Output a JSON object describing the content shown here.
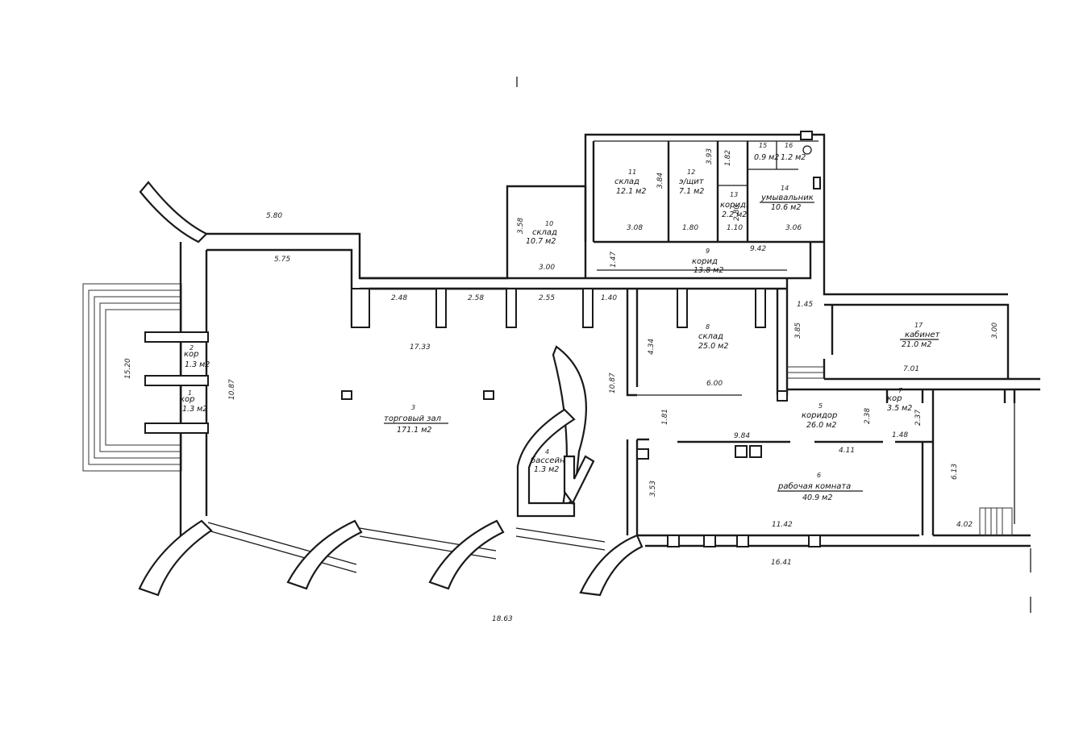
{
  "rooms": [
    {
      "id": "r1",
      "num": "1",
      "name": "кор",
      "area": "1.3 м2"
    },
    {
      "id": "r2",
      "num": "2",
      "name": "кор",
      "area": "1.3 м2"
    },
    {
      "id": "r3",
      "num": "3",
      "name": "торговый зал",
      "area": "171.1  м2"
    },
    {
      "id": "r4",
      "num": "4",
      "name": "бассейн",
      "area": "1.3 м2"
    },
    {
      "id": "r5",
      "num": "5",
      "name": "коридор",
      "area": "26.0  м2"
    },
    {
      "id": "r6",
      "num": "6",
      "name": "рабочая комната",
      "area": "40.9  м2"
    },
    {
      "id": "r7",
      "num": "7",
      "name": "кор",
      "area": "3.5  м2"
    },
    {
      "id": "r8",
      "num": "8",
      "name": "склад",
      "area": "25.0  м2"
    },
    {
      "id": "r9",
      "num": "9",
      "name": "корид",
      "area": "13.8  м2"
    },
    {
      "id": "r10",
      "num": "10",
      "name": "склад",
      "area": "10.7  м2"
    },
    {
      "id": "r11",
      "num": "11",
      "name": "склад",
      "area": "12.1  м2"
    },
    {
      "id": "r12",
      "num": "12",
      "name": "э/щит",
      "area": "7.1 м2"
    },
    {
      "id": "r13",
      "num": "13",
      "name": "корид.",
      "area": "2.2  м2"
    },
    {
      "id": "r14",
      "num": "14",
      "name": "умывальник",
      "area": "10.6  м2"
    },
    {
      "id": "r15",
      "num": "15",
      "name": "",
      "area": "0.9 м2"
    },
    {
      "id": "r16",
      "num": "16",
      "name": "",
      "area": "1.2 м2"
    },
    {
      "id": "r17",
      "num": "17",
      "name": "кабинет",
      "area": "21.0  м2"
    }
  ],
  "dimensions": [
    "5.80",
    "5.75",
    "2.48",
    "2.58",
    "2.55",
    "1.40",
    "17.33",
    "10.87",
    "15.20",
    "10.87",
    "3.00",
    "3.58",
    "3.08",
    "3.84",
    "1.80",
    "3.93",
    "1.82",
    "1.10",
    "2.80",
    "3.06",
    "9.42",
    "1.47",
    "4.34",
    "6.00",
    "3.85",
    "1.45",
    "3.00",
    "7.01",
    "1.81",
    "9.84",
    "2.38",
    "2.37",
    "1.48",
    "4.11",
    "3.53",
    "11.42",
    "6.13",
    "4.02",
    "16.41",
    "18.63"
  ]
}
